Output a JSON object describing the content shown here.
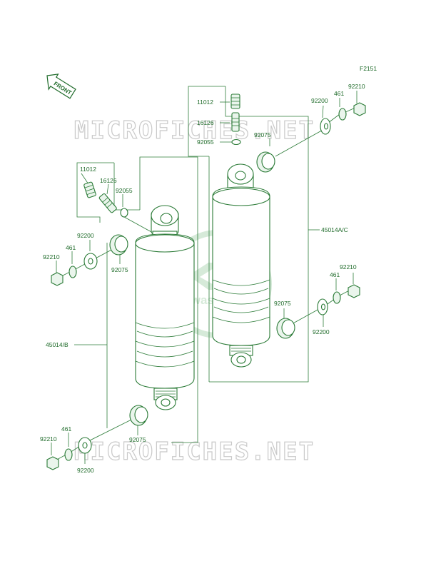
{
  "diagram_code": "F2151",
  "front_label": "FRONT",
  "watermark": "MICROFICHES.NET",
  "logo_text": "Kawasaki",
  "labels": {
    "r_11012": "11012",
    "r_16126": "16126",
    "r_92055": "92055",
    "r_92075_top": "92075",
    "r_92200_top": "92200",
    "r_461_top": "461",
    "r_92210_top": "92210",
    "r_45014ac": "45014A/C",
    "r_92075_bot": "92075",
    "r_461_bot": "461",
    "r_92210_bot": "92210",
    "r_92200_bot": "92200",
    "l_11012": "11012",
    "l_16126": "16126",
    "l_92055": "92055",
    "l_92200_top": "92200",
    "l_461_top": "461",
    "l_92210_top": "92210",
    "l_92075_top": "92075",
    "l_45014b": "45014/B",
    "l_461_bot": "461",
    "l_92210_bot": "92210",
    "l_92075_bot": "92075",
    "l_92200_bot": "92200"
  }
}
